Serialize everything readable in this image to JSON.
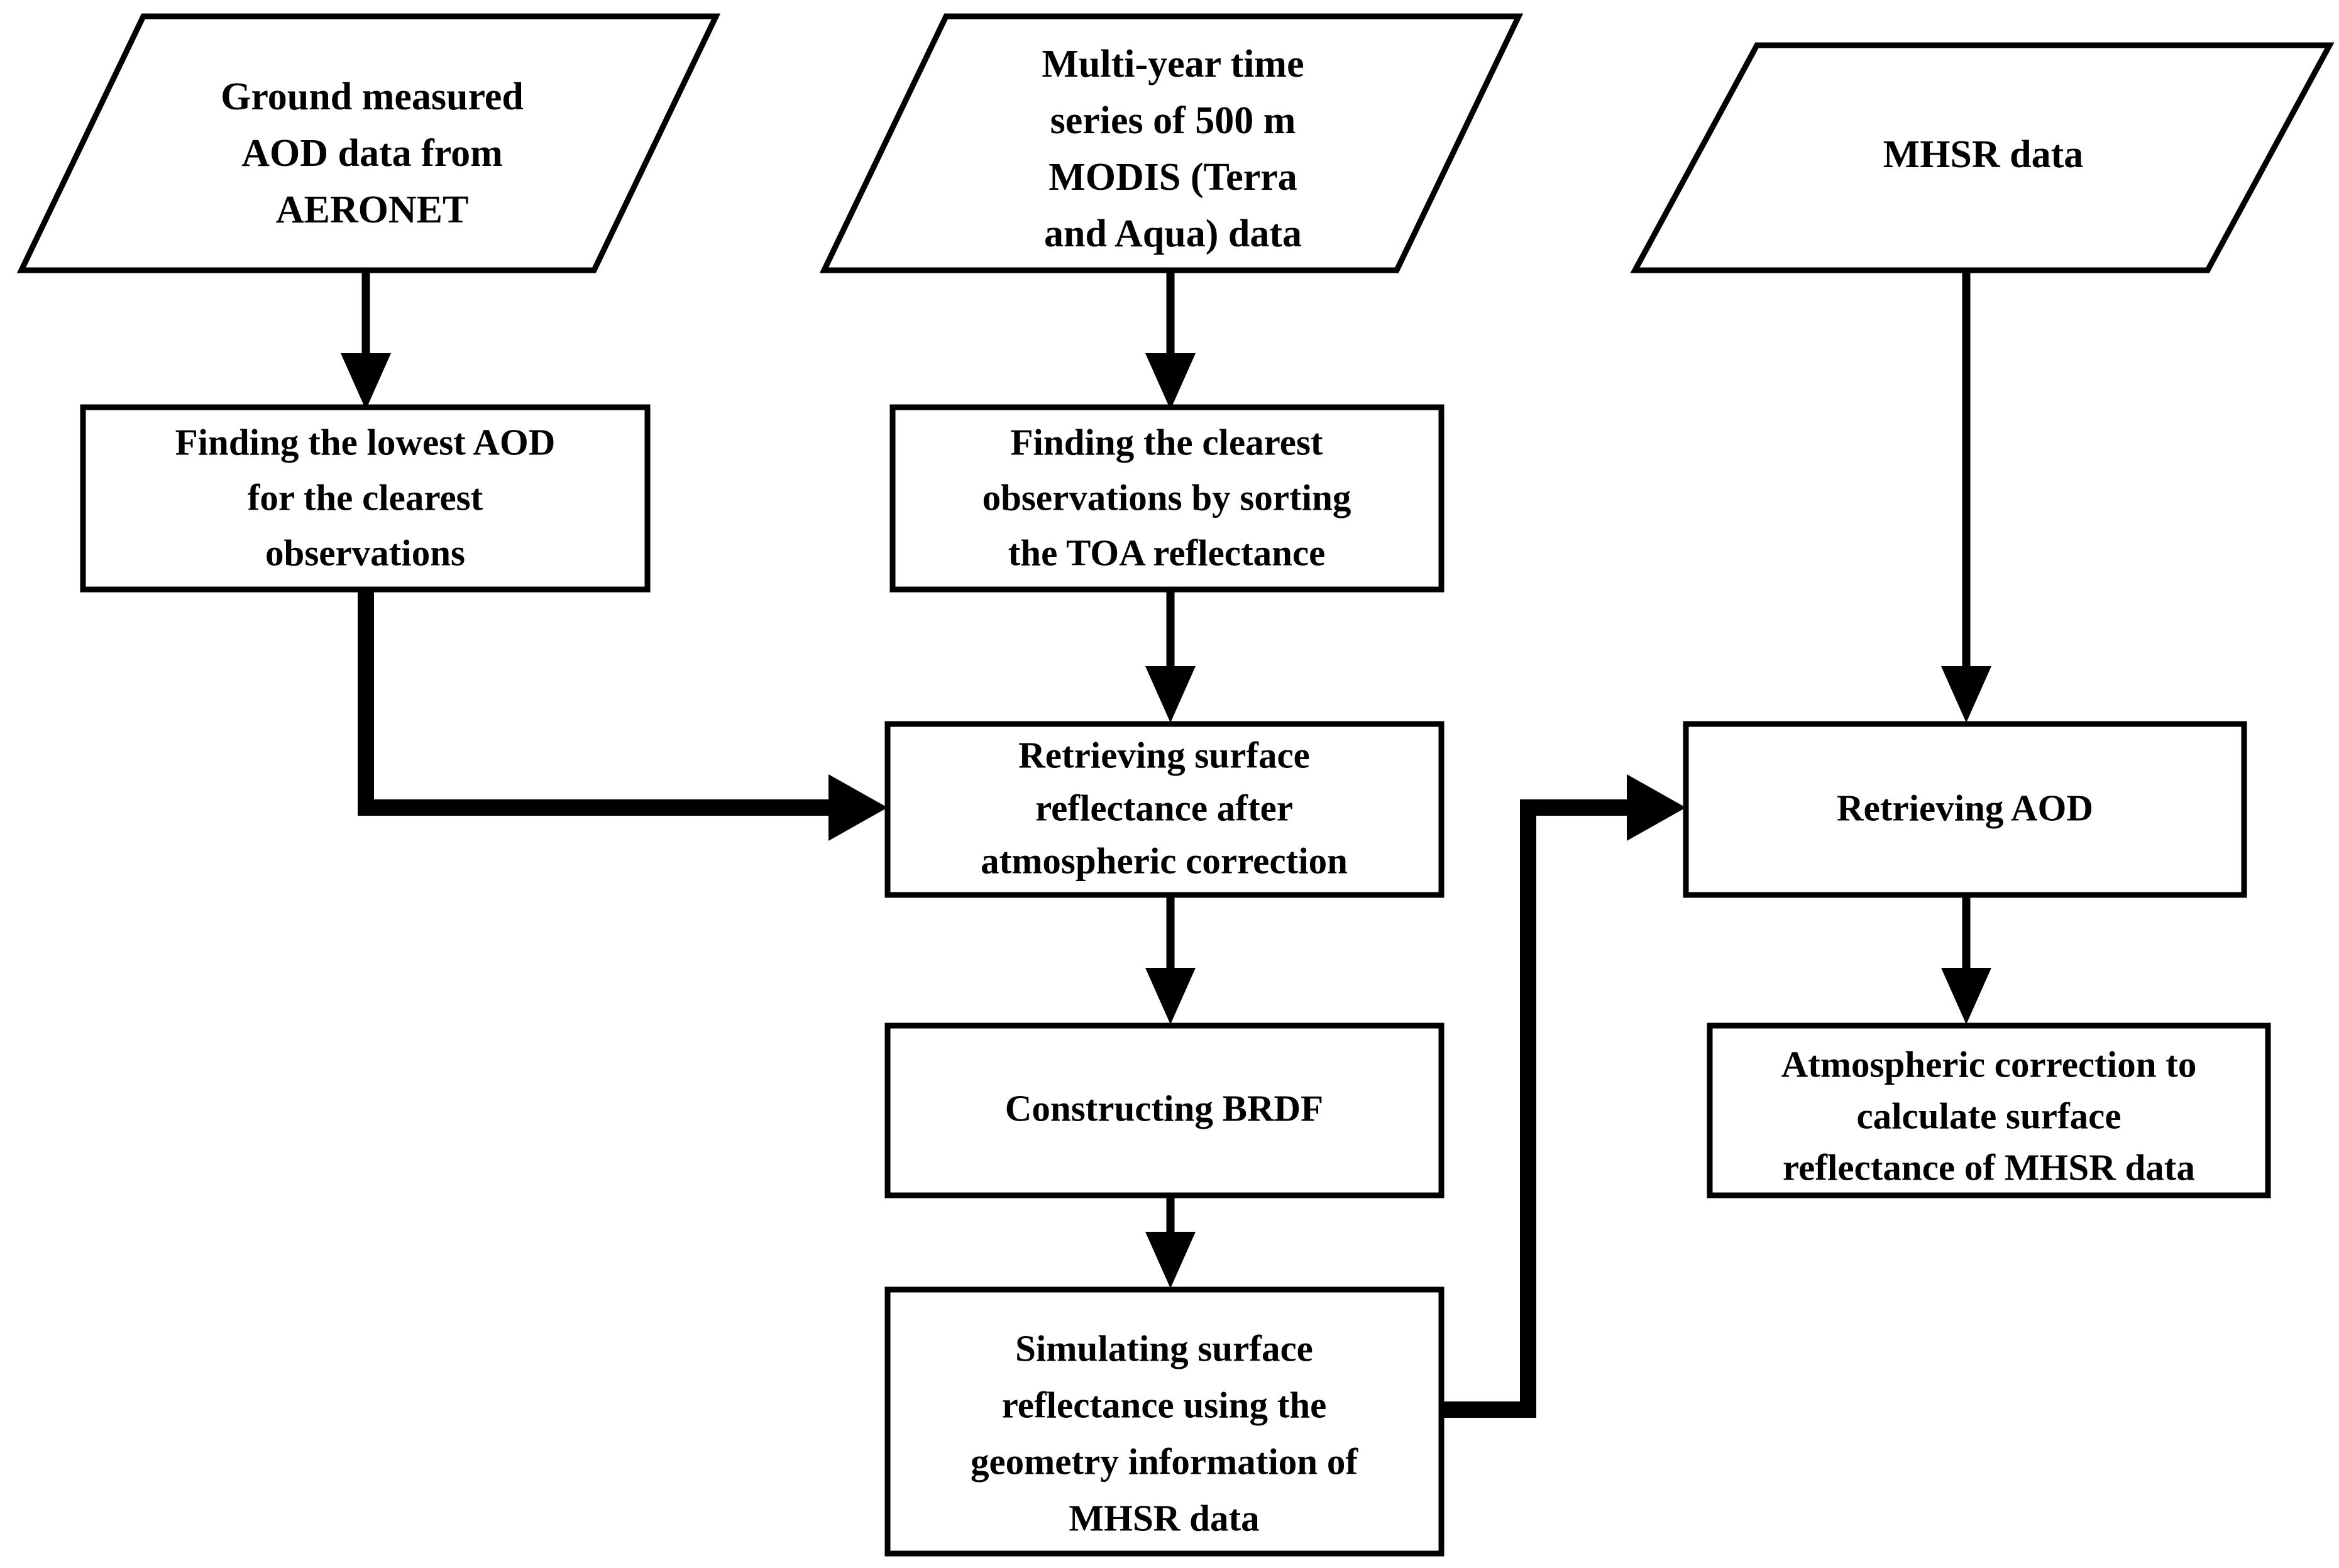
{
  "diagram": {
    "title": "AOD retrieval and atmospheric correction workflow",
    "type": "flowchart",
    "background_color": "#ffffff",
    "line_color": "#000000",
    "fill_color": "#ffffff"
  },
  "nodes": {
    "input_aeronet": {
      "shape": "parallelogram",
      "lines": [
        "Ground measured",
        "AOD data from",
        "AERONET"
      ]
    },
    "input_modis": {
      "shape": "parallelogram",
      "lines": [
        "Multi-year time",
        "series of  500 m",
        "MODIS (Terra",
        "and Aqua) data"
      ]
    },
    "input_mhsr": {
      "shape": "parallelogram",
      "lines": [
        "MHSR data"
      ]
    },
    "find_lowest_aod": {
      "shape": "rectangle",
      "lines": [
        "Finding the lowest AOD",
        "for the clearest",
        "observations"
      ]
    },
    "find_clearest_obs": {
      "shape": "rectangle",
      "lines": [
        "Finding the clearest",
        "observations by sorting",
        "the TOA reflectance"
      ]
    },
    "retrieve_surface_reflectance": {
      "shape": "rectangle",
      "lines": [
        "Retrieving surface",
        "reflectance after",
        "atmospheric correction"
      ]
    },
    "construct_brdf": {
      "shape": "rectangle",
      "lines": [
        "Constructing BRDF"
      ]
    },
    "simulate_surface_reflectance": {
      "shape": "rectangle",
      "lines": [
        "Simulating surface",
        "reflectance using the",
        "geometry information of",
        "MHSR data"
      ]
    },
    "retrieve_aod": {
      "shape": "rectangle",
      "lines": [
        "Retrieving AOD"
      ]
    },
    "atmospheric_correction_mhsr": {
      "shape": "rectangle",
      "lines": [
        "Atmospheric correction to",
        "calculate surface",
        "reflectance of MHSR data"
      ]
    }
  },
  "edges": [
    {
      "id": "aeronet-to-find-lowest-aod",
      "from": "input_aeronet",
      "to": "find_lowest_aod",
      "style": "straight-down"
    },
    {
      "id": "modis-to-find-clearest-obs",
      "from": "input_modis",
      "to": "find_clearest_obs",
      "style": "straight-down"
    },
    {
      "id": "mhsr-to-retrieve-aod",
      "from": "input_mhsr",
      "to": "retrieve_aod",
      "style": "straight-down"
    },
    {
      "id": "find-clearest-obs-to-retrieve-sr",
      "from": "find_clearest_obs",
      "to": "retrieve_surface_reflectance",
      "style": "straight-down"
    },
    {
      "id": "find-lowest-aod-to-retrieve-sr",
      "from": "find_lowest_aod",
      "to": "retrieve_surface_reflectance",
      "style": "elbow-down-right"
    },
    {
      "id": "retrieve-sr-to-construct-brdf",
      "from": "retrieve_surface_reflectance",
      "to": "construct_brdf",
      "style": "straight-down"
    },
    {
      "id": "construct-brdf-to-simulate-sr",
      "from": "construct_brdf",
      "to": "simulate_surface_reflectance",
      "style": "straight-down"
    },
    {
      "id": "simulate-sr-to-retrieve-aod",
      "from": "simulate_surface_reflectance",
      "to": "retrieve_aod",
      "style": "elbow-right-up-right"
    },
    {
      "id": "retrieve-aod-to-atmospheric-correction",
      "from": "retrieve_aod",
      "to": "atmospheric_correction_mhsr",
      "style": "straight-down"
    }
  ]
}
